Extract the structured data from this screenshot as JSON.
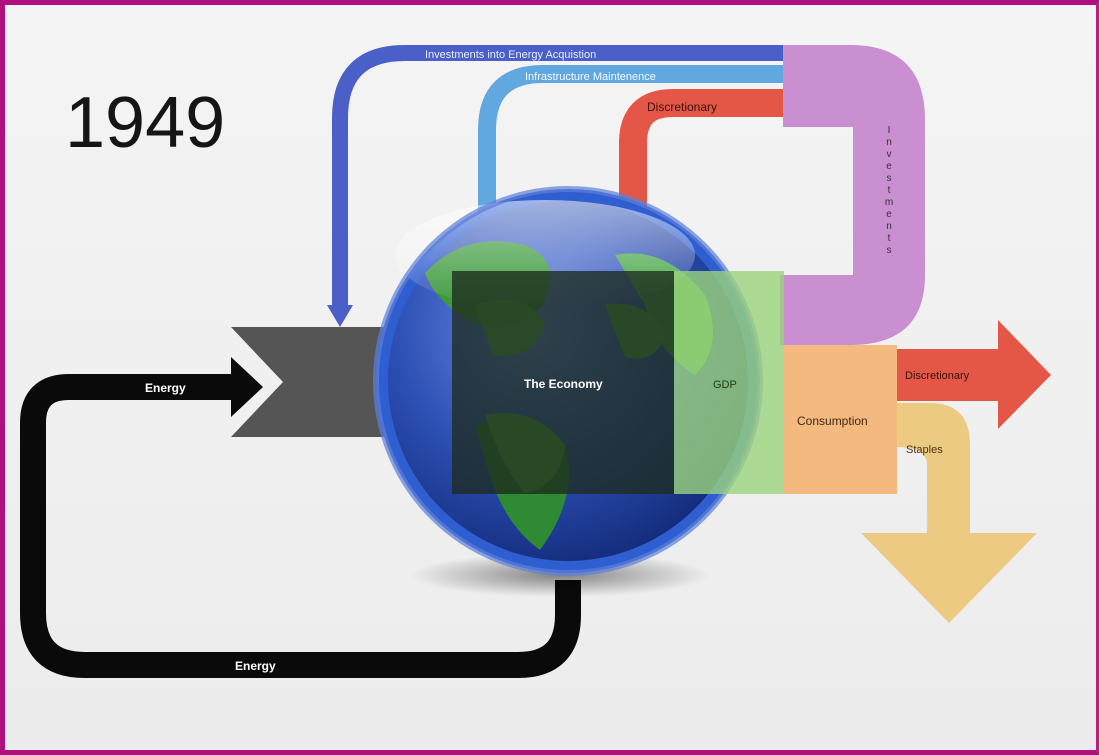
{
  "year": "1949",
  "flows": {
    "energy_in": "Energy",
    "energy_return": "Energy",
    "investments_energy": "Investments into Energy Acquistion",
    "infrastructure": "Infrastructure Maintenence",
    "discretionary_top": "Discretionary",
    "investments": "Investments",
    "discretionary_out": "Discretionary",
    "staples": "Staples"
  },
  "blocks": {
    "economy": "The Economy",
    "gdp": "GDP",
    "consumption": "Consumption"
  },
  "colors": {
    "border": "#b0107e",
    "energy": "#0a0a0a",
    "energy_chevron": "#555555",
    "investments_energy": "#4a5fc7",
    "infrastructure": "#62a8e0",
    "discretionary": "#e45747",
    "investments": "#c98fd0",
    "gdp": "#9bd37c",
    "consumption": "#f3b97e",
    "staples": "#ecc77a",
    "economy": "#1d2c1f"
  }
}
